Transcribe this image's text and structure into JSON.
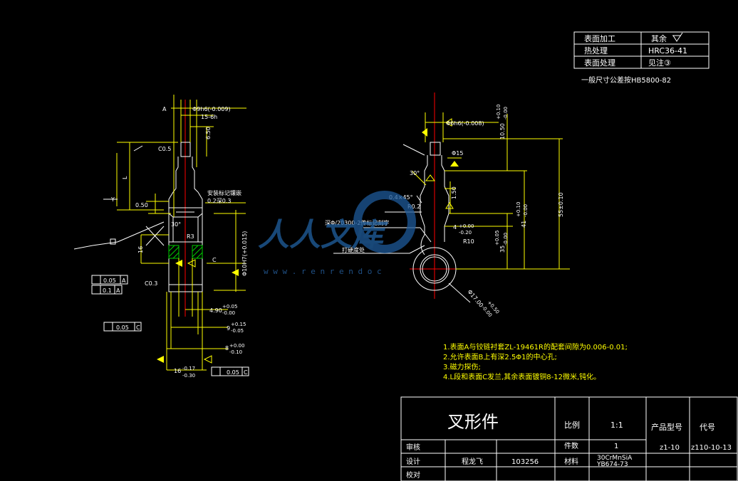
{
  "colors": {
    "background": "#000000",
    "outline": "#ffffff",
    "dimension": "#ffff00",
    "centerline": "#ff0000",
    "hatch": "#00c000",
    "leader": "#ffffff",
    "watermark": "#1e5a9a"
  },
  "surface_table": {
    "rows": [
      {
        "label": "表面加工",
        "value": "其余"
      },
      {
        "label": "热处理",
        "value": "HRC36-41"
      },
      {
        "label": "表面处理",
        "value": "见注③"
      }
    ],
    "note": "一般尺寸公差按HB5800-82"
  },
  "left_view": {
    "datum_a": "A",
    "dims": {
      "top_dia": "Φ9h6(-0.009)",
      "top_width": "15-6h",
      "top_height": "6.50",
      "chamfer_top": "C0.5",
      "length_l": "L",
      "axis_y": "Y",
      "offset": "0.50",
      "angle30": "30°",
      "note_hole": "安装标记镶嵌",
      "note_hole2": "0.2深0.3",
      "r3": "R3",
      "axis_c": "C",
      "dia_hole": "Φ10H7(+0.015)",
      "dim16": "16",
      "chamfer_bot": "C0.3",
      "tol1": "0.05",
      "tol1_datum": "A",
      "tol2": "0.1",
      "tol2_datum": "A",
      "tol3": "0.05",
      "tol3_datum": "C",
      "w490": "4.90",
      "w490_up": "+0.05",
      "w490_lo": "-0.00",
      "w9": "9",
      "w9_up": "+0.15",
      "w9_lo": "-0.05",
      "w8": "8",
      "w8_up": "+0.00",
      "w8_lo": "-0.10",
      "w16": "16",
      "w16_up": "-0.17",
      "w16_lo": "-0.30",
      "tol4": "0.05",
      "tol4_datum": "C"
    }
  },
  "right_view": {
    "dims": {
      "top_dia": "Φ6h6(-0.008)",
      "h1050": "10.50",
      "h1050_up": "+0.10",
      "h1050_lo": "-0.00",
      "dia15": "Φ15",
      "angle30": "30°",
      "chamfer": "0.4×45°",
      "r02": "R0.2",
      "h150": "1.50",
      "h4": "4",
      "h4_up": "+0.00",
      "h4_lo": "-0.20",
      "r10": "R10",
      "h55": "55±0.10",
      "h41": "41",
      "h41_up": "+0.10",
      "h41_lo": "-0.00",
      "h35": "35",
      "h35_up": "+0.05",
      "h35_lo": "-0.00",
      "leader1": "深Φ/20300-2传标记刻字",
      "leader2": "打硬度处",
      "dia_hole": "Φ17.00",
      "dia_hole_up": "+0.50",
      "dia_hole_lo": "-0.00"
    }
  },
  "notes": [
    "1.表面A与铰链衬套ZL-19461R的配套间隙为0.006-0.01;",
    "2.允许表面B上有深2.5Φ1的中心孔;",
    "3.磁力探伤;",
    "4.L段和表面C发兰,其余表面镀铜8-12微米,钝化。"
  ],
  "watermark": {
    "text": "人人文库",
    "url": "w w w . r e n r e n d o c"
  },
  "title_block": {
    "part_name": "叉形件",
    "scale_label": "比例",
    "scale_value": "1:1",
    "product_label": "产品型号",
    "code_label": "代号",
    "qty_label": "件数",
    "qty_value": "1",
    "product_value": "z1-10",
    "code_value": "z110-10-13",
    "review_label": "审核",
    "design_label": "设计",
    "designer": "程龙飞",
    "design_no": "103256",
    "material_label": "材料",
    "material_value1": "30CrMnSiA",
    "material_value2": "YB674-73",
    "check_label": "校对"
  }
}
